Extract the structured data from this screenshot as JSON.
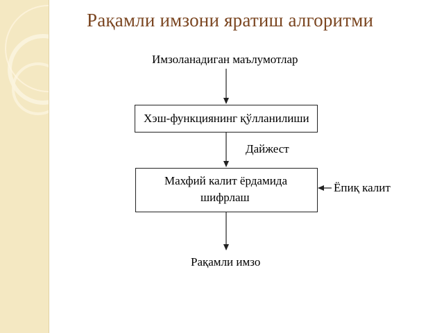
{
  "slide": {
    "title": "Рақамли имзони яратиш алгоритми"
  },
  "diagram": {
    "input_label": "Имзоланадиган маълумотлар",
    "hash_box": "Хэш-функциянинг қўлланилиши",
    "digest_label": "Дайжест",
    "encrypt_box_line1": "Махфий калит ёрдамида",
    "encrypt_box_line2": "шифрлаш",
    "key_label": "Ёпиқ калит",
    "output_label": "Рақамли имзо"
  },
  "colors": {
    "title": "#7a4520",
    "sidebar": "#f4e8c2",
    "lines": "#222222"
  }
}
